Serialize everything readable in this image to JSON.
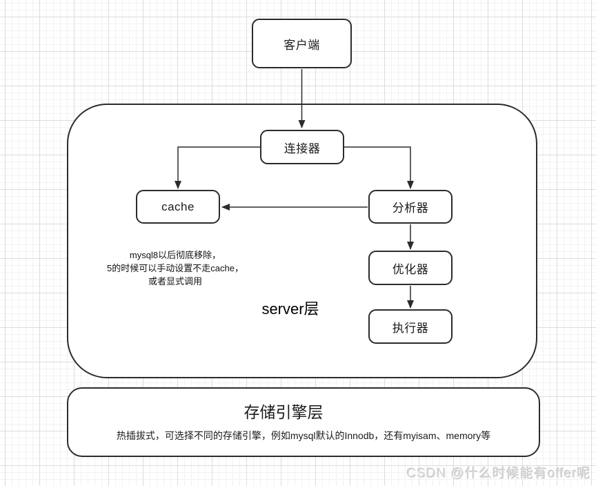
{
  "nodes": {
    "client": {
      "label": "客户端"
    },
    "connector": {
      "label": "连接器"
    },
    "cache": {
      "label": "cache"
    },
    "analyzer": {
      "label": "分析器"
    },
    "optimizer": {
      "label": "优化器"
    },
    "executor": {
      "label": "执行器"
    }
  },
  "edges": [
    {
      "from": "client",
      "to": "connector"
    },
    {
      "from": "connector",
      "to": "cache"
    },
    {
      "from": "connector",
      "to": "analyzer"
    },
    {
      "from": "analyzer",
      "to": "cache"
    },
    {
      "from": "analyzer",
      "to": "optimizer"
    },
    {
      "from": "optimizer",
      "to": "executor"
    }
  ],
  "server_layer": {
    "label": "server层",
    "note_lines": [
      "mysql8以后彻底移除，",
      "5的时候可以手动设置不走cache，",
      "或者显式调用"
    ]
  },
  "storage_layer": {
    "title": "存储引擎层",
    "description": "热插拔式，可选择不同的存储引擎，例如mysql默认的Innodb，还有myisam、memory等"
  },
  "watermark": {
    "text": "CSDN @什么时候能有offer呢"
  },
  "colors": {
    "stroke": "#2b2b2b",
    "grid_minor": "#f2f2f2",
    "grid_major": "#dcdcdc",
    "watermark": "#dadada"
  }
}
